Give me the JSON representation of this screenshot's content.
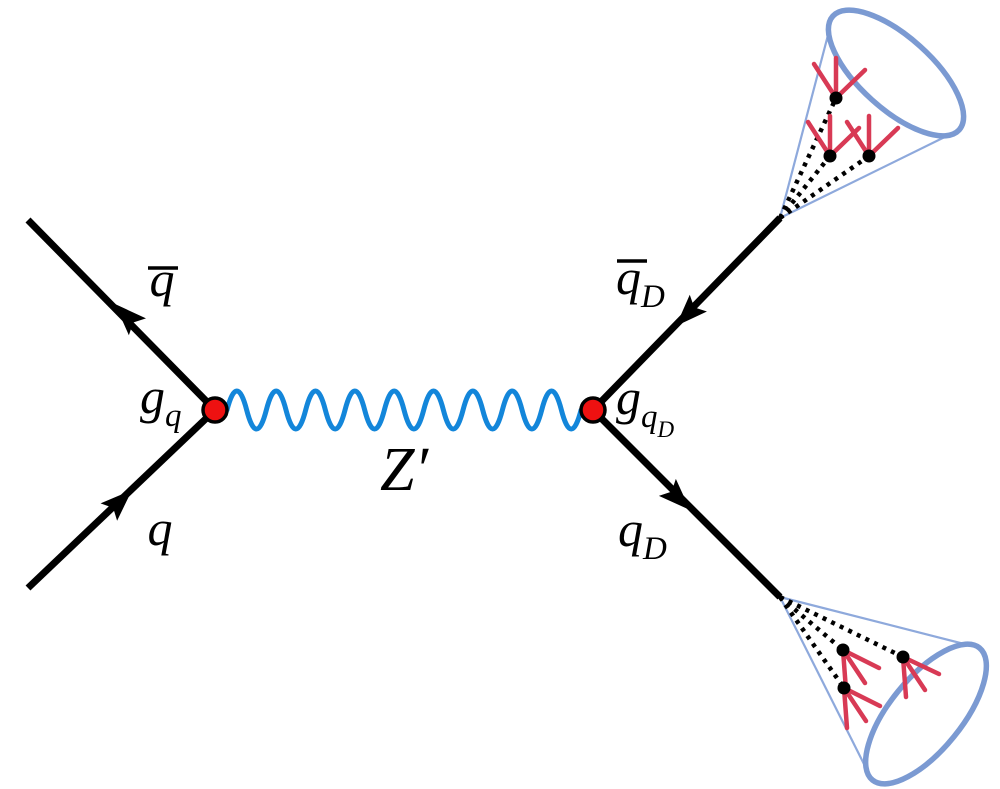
{
  "diagram": {
    "kind": "feynman-diagram",
    "labels": {
      "incoming_antiquark": {
        "main": "q",
        "overbar": true
      },
      "incoming_quark": {
        "main": "q"
      },
      "left_coupling": {
        "main": "g",
        "sub": "q"
      },
      "propagator": {
        "main": "Z′"
      },
      "outgoing_dark_antiquark": {
        "main": "q",
        "sub": "D",
        "overbar": true
      },
      "right_coupling": {
        "main": "g",
        "sub": "q",
        "subsub": "D"
      },
      "outgoing_dark_quark": {
        "main": "q",
        "sub": "D"
      }
    },
    "colors": {
      "background": "#ffffff",
      "fermion_line_black": "#000000",
      "propagator_blue": "#1386da",
      "vertex_red": "#ee1111",
      "jet_spray_red": "#d83a55",
      "cone_rim_blue": "#7b9ad2",
      "cone_side_blue": "#8ea9dc"
    },
    "structure": {
      "vertex_count": 2,
      "jet_cone_count": 2,
      "branch_dots_per_jet": 3,
      "spray_lines_per_branch_dot": 3
    }
  }
}
